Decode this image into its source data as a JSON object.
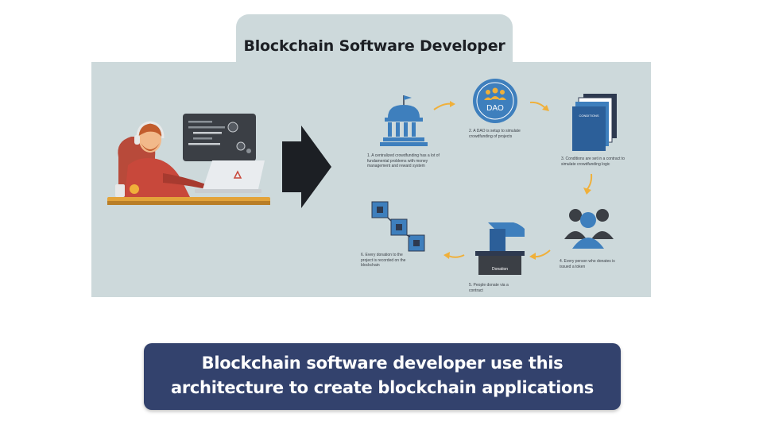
{
  "title": "Blockchain Software Developer",
  "diagram": {
    "dao_label": "DAO",
    "conditions_label": "CONDITIONS",
    "donation_label": "Donation",
    "steps": [
      {
        "lines": [
          "1. A centralized crowdfunding has a lot of",
          "fundamental problems with money",
          "management and reward system"
        ]
      },
      {
        "lines": [
          "2. A DAO is setup to simulate",
          "crowdfunding of projects"
        ]
      },
      {
        "lines": [
          "3. Conditions are set in a contract to",
          "simulate crowdfunding logic"
        ]
      },
      {
        "lines": [
          "4. Every person who donates is",
          "issued a token"
        ]
      },
      {
        "lines": [
          "5. People donate via a",
          "contract"
        ]
      },
      {
        "lines": [
          "6. Every donation to the",
          "project is recorded on the",
          "blockchain"
        ]
      }
    ]
  },
  "caption": {
    "line1": "Blockchain software developer use this",
    "line2": "architecture to create blockchain applications"
  },
  "colors": {
    "panel": "#cdd9db",
    "caption_bg": "#33426d",
    "accent_blue": "#3e7fbd",
    "arrow_orange": "#f0b03a",
    "dark": "#1c1f24"
  }
}
